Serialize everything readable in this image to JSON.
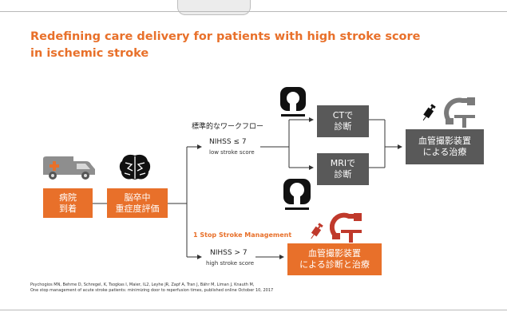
{
  "title": {
    "line1": "Redefining care delivery for patients with high stroke score",
    "line2": "in ischemic stroke"
  },
  "nodes": {
    "hospital": {
      "line1": "病院",
      "line2": "到着"
    },
    "stroke_severity": {
      "line1": "脳卒中",
      "line2": "重症度評価"
    },
    "ct": {
      "line1": "CTで",
      "line2": "診断"
    },
    "mri": {
      "line1": "MRIで",
      "line2": "診断"
    },
    "angio_treatment": {
      "line1": "血管撮影装置",
      "line2": "による治療"
    },
    "angio_diag_treatment": {
      "line1": "血管撮影装置",
      "line2": "による診断と治療"
    }
  },
  "labels": {
    "standard_workflow": "標準的なワークフロー",
    "nihss_low": "NIHSS ≤ 7",
    "low_score": "low stroke score",
    "nihss_high": "NIHSS > 7",
    "high_score": "high stroke score",
    "one_stop": "1 Stop Stroke Management"
  },
  "citation": {
    "line1": "Psychogios MN, Behme D, Schregel, K, Tsogkas I, Maier, IL2, Leyhe JR, Zapf A, Tran J, Bähr M, Liman J, Knauth M,",
    "line2": "One stop management of acute stroke patients: minimizing door to reperfusion times, published online October 10, 2017"
  },
  "icons": [
    "ambulance-icon",
    "brain-icon",
    "ct-scanner-icon",
    "mri-scanner-icon",
    "syringe-icon",
    "angiography-system-icon"
  ],
  "colors": {
    "accent": "#e8702a",
    "dark_box": "#595959",
    "icon": "#111111",
    "icon_red": "#c0392b"
  }
}
